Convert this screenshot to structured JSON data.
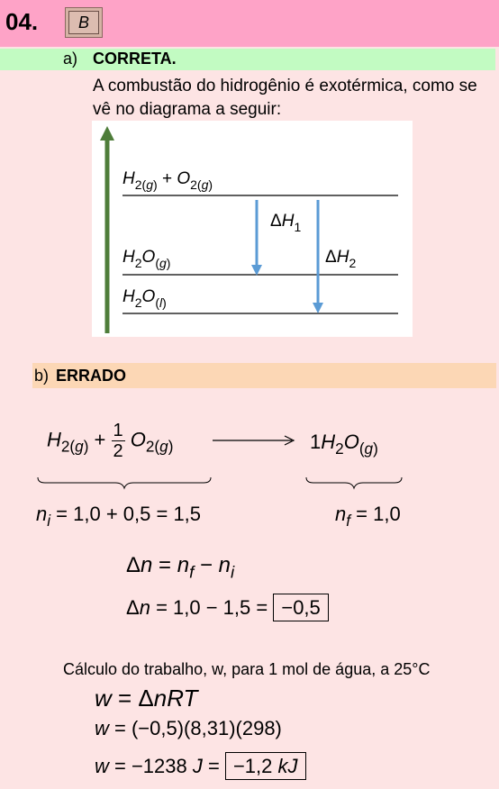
{
  "header": {
    "number": "04.",
    "answer": "B"
  },
  "item_a": {
    "label": "a)",
    "status": "CORRETA.",
    "text": "A combustão do hidrogênio é exotérmica, como se vê no diagrama a seguir:"
  },
  "item_b": {
    "label": "b)",
    "status": "ERRADO"
  },
  "calc_text": "Cálculo do trabalho, w, para 1 mol de água, a 25°C",
  "colors": {
    "header": "#fea3c7",
    "green_bar": "#c2fbc2",
    "orange_bar": "#fcd7b5",
    "background": "#fde4e4",
    "axis_arrow": "#4e7d3a",
    "delta_arrow": "#5b9bd5"
  }
}
